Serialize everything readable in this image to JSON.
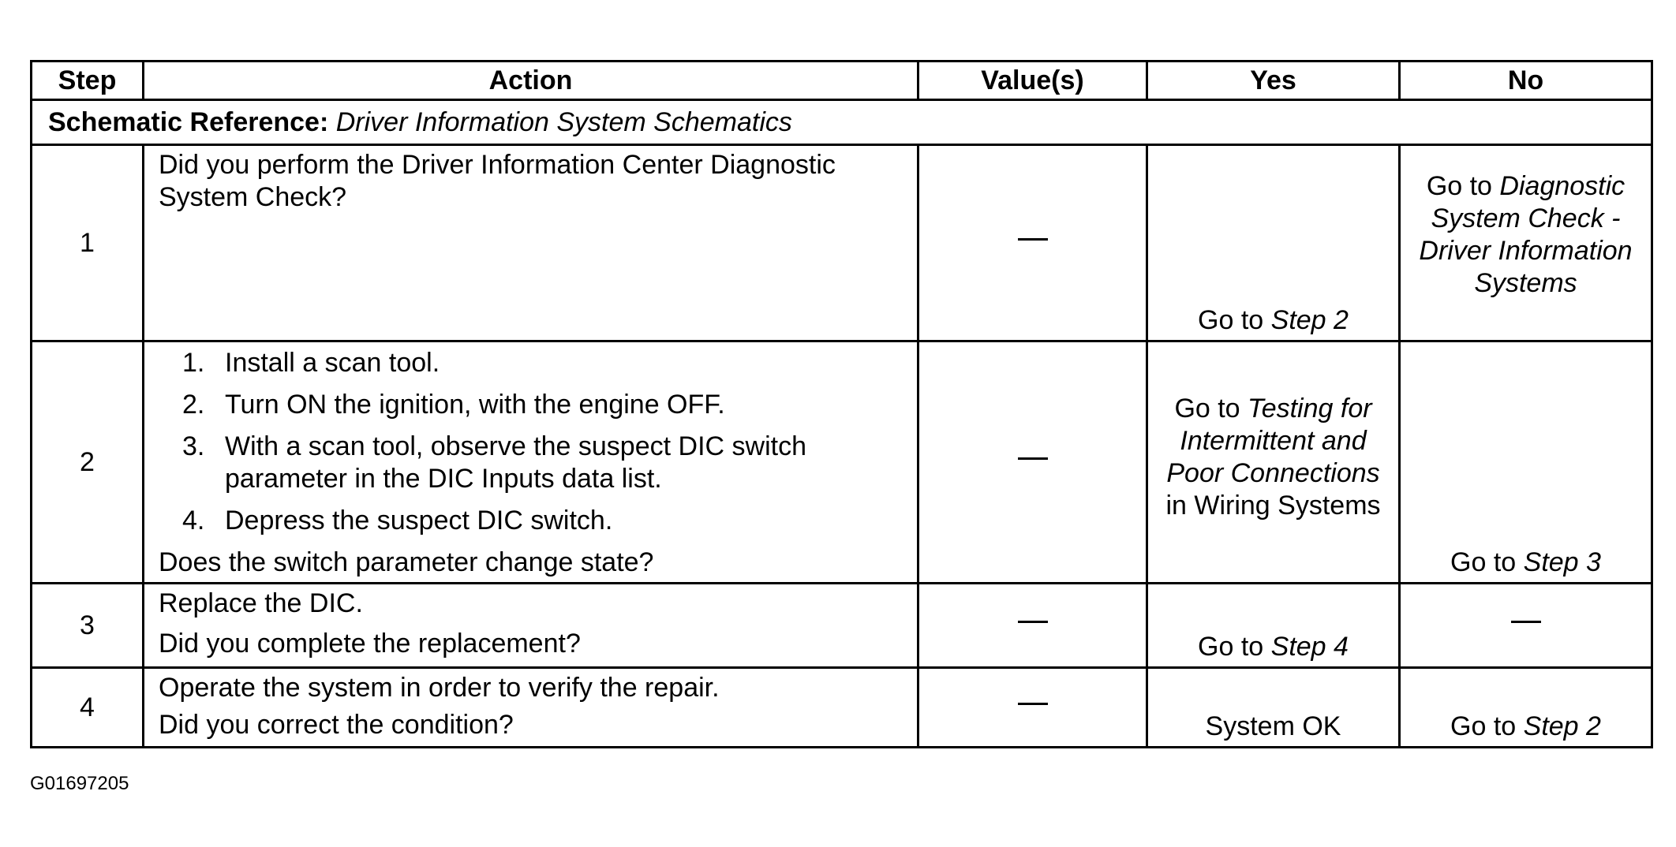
{
  "headers": {
    "step": "Step",
    "action": "Action",
    "values": "Value(s)",
    "yes": "Yes",
    "no": "No"
  },
  "reference": {
    "label": "Schematic Reference:",
    "text": "Driver Information System Schematics"
  },
  "rows": [
    {
      "step": "1",
      "action": "Did you perform the Driver Information Center Diagnostic System Check?",
      "value": "—",
      "yes_prefix": "Go to ",
      "yes_link": "Step 2",
      "no_prefix": "Go to ",
      "no_link": "Diagnostic System Check - Driver Information Systems"
    },
    {
      "step": "2",
      "list": [
        {
          "num": "1.",
          "text": "Install a scan tool."
        },
        {
          "num": "2.",
          "text": "Turn ON the ignition, with the engine OFF."
        },
        {
          "num": "3.",
          "text": "With a scan tool, observe the suspect DIC switch parameter in the DIC Inputs data list."
        },
        {
          "num": "4.",
          "text": "Depress the suspect DIC switch."
        }
      ],
      "question": "Does the switch parameter change state?",
      "value": "—",
      "yes_prefix": "Go to ",
      "yes_link": "Testing for Intermittent and Poor Connections",
      "yes_suffix": "in Wiring Systems",
      "no_prefix": "Go to ",
      "no_link": "Step 3"
    },
    {
      "step": "3",
      "action": "Replace the DIC.",
      "question": "Did you complete the replacement?",
      "value": "—",
      "yes_prefix": "Go to ",
      "yes_link": "Step 4",
      "no_value": "—"
    },
    {
      "step": "4",
      "action": "Operate the system in order to verify the repair.",
      "question": "Did you correct the condition?",
      "value": "—",
      "yes_text": "System OK",
      "no_prefix": "Go to ",
      "no_link": "Step 2"
    }
  ],
  "figure_id": "G01697205"
}
